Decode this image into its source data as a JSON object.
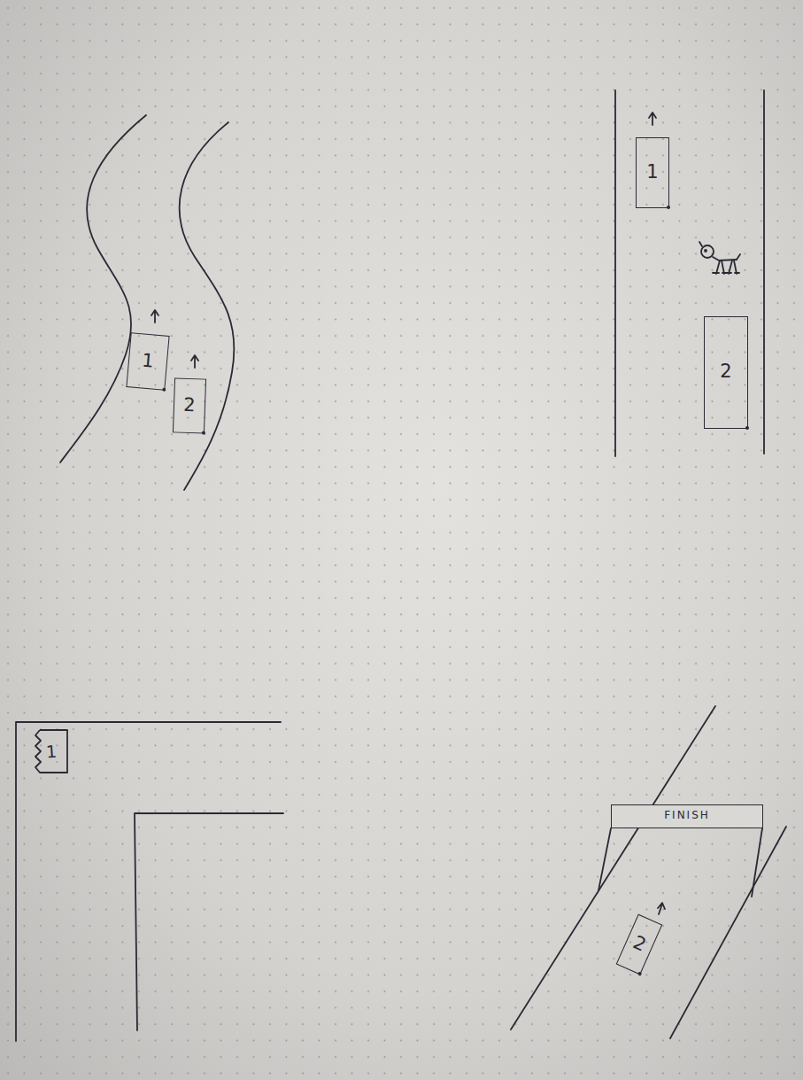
{
  "diagram": {
    "nodes": [
      {
        "text": [
          "1"
        ]
      },
      {
        "text": [
          "2"
        ]
      },
      {
        "text": [
          "1"
        ]
      },
      {
        "text": [
          "2"
        ]
      },
      {
        "text": [
          "1"
        ]
      },
      {
        "text": [
          "FINISH"
        ]
      },
      {
        "text": [
          "2"
        ]
      }
    ]
  }
}
